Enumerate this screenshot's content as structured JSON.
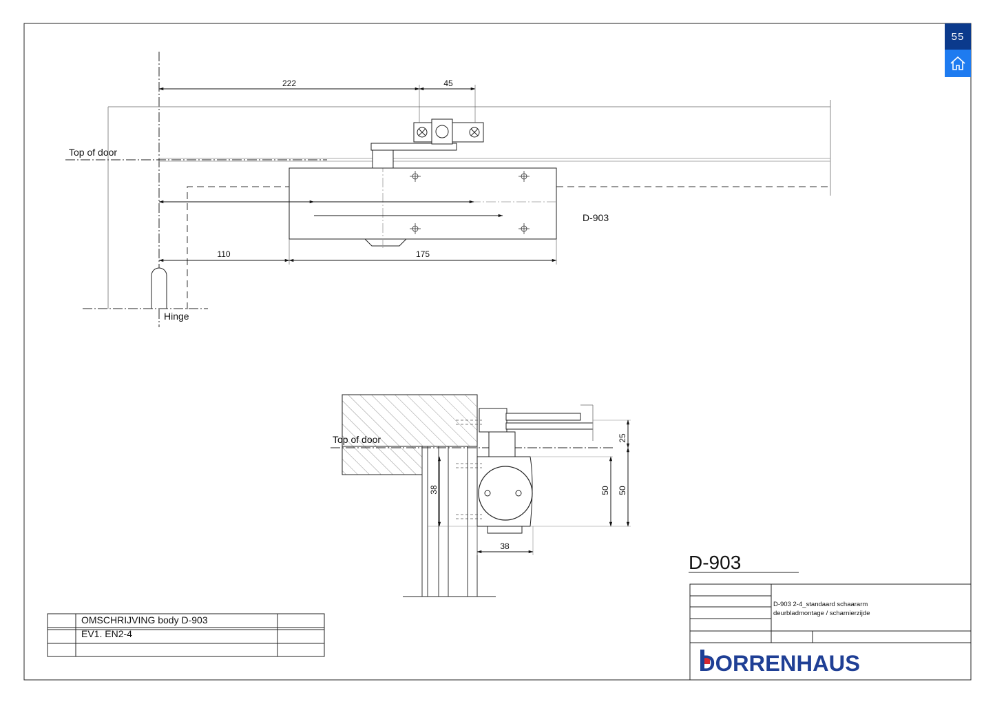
{
  "page": {
    "number": "55"
  },
  "nav": {
    "home_icon": "home-icon"
  },
  "top_view": {
    "label_top_of_door": "Top of door",
    "label_hinge": "Hinge",
    "model_label": "D-903",
    "dimensions": {
      "d222": "222",
      "d45": "45",
      "d110": "110",
      "d175": "175"
    }
  },
  "side_view": {
    "label_top_of_door": "Top of door",
    "dimensions": {
      "d25": "25",
      "d50a": "50",
      "d50b": "50",
      "d38v": "38",
      "d38h": "38"
    }
  },
  "title_block": {
    "model": "D-903",
    "line1": "D-903 2-4_standaard schaararm",
    "line2": "deurbladmontage / scharnierzijde",
    "brand": "DORRENHAUS",
    "brand_color": "#1f3f95",
    "brand_accent": "#d7282f"
  },
  "description_block": {
    "row1": "OMSCHRIJVING body D-903",
    "row2": "EV1. EN2-4"
  }
}
